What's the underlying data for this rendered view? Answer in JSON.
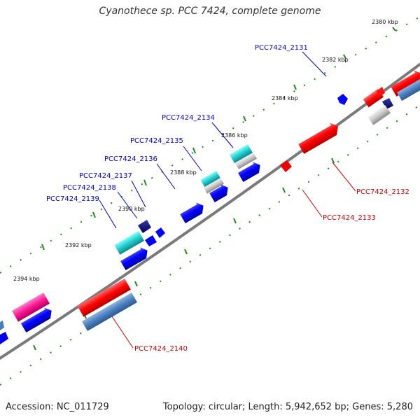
{
  "title": "Cyanothece sp. PCC 7424, complete genome",
  "accession": "Accession: NC_011729",
  "topology": "Topology: circular; Length: 5,942,652 bp; Genes: 5,280",
  "colors": {
    "backbone": "#7a7a7a",
    "tick": "#1a8a1a",
    "label_blue": "#0000cc",
    "label_red": "#cc0000"
  },
  "scale_labels": [
    "2380 kbp",
    "2382 kbp",
    "2384 kbp",
    "2386 kbp",
    "2388 kbp",
    "2390 kbp",
    "2392 kbp",
    "2394 kbp"
  ],
  "gene_labels": {
    "blue": [
      "PCC7424_2131",
      "PCC7424_2134",
      "PCC7424_2135",
      "PCC7424_2136",
      "PCC7424_2137",
      "PCC7424_2138",
      "PCC7424_2139"
    ],
    "red": [
      "PCC7424_2132",
      "PCC7424_2133",
      "PCC7424_2140"
    ]
  }
}
